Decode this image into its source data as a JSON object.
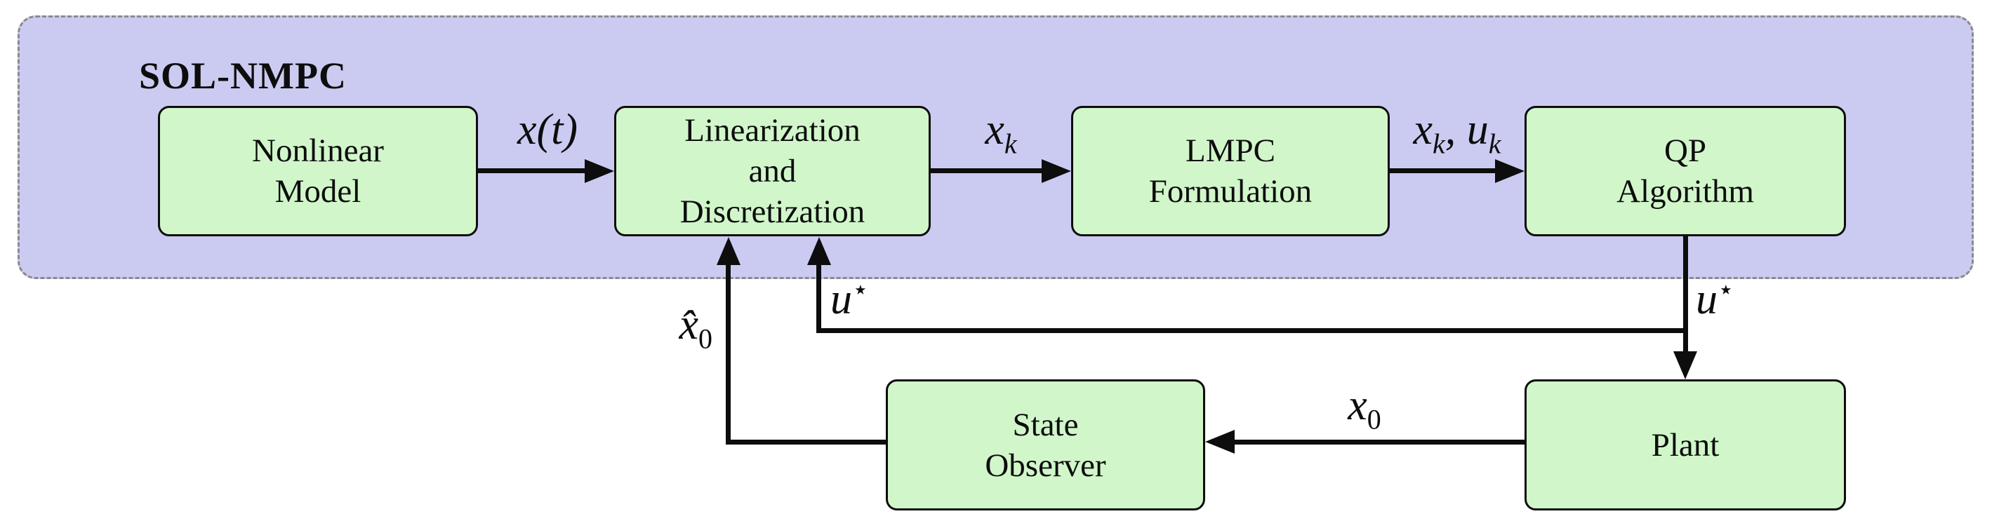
{
  "diagram": {
    "container_label": "SOL-NMPC",
    "boxes": {
      "nonlinear_model": {
        "label": "Nonlinear\nModel"
      },
      "linearization": {
        "label": "Linearization\nand\nDiscretization"
      },
      "lmpc": {
        "label": "LMPC\nFormulation"
      },
      "qp": {
        "label": "QP\nAlgorithm"
      },
      "state_observer": {
        "label": "State\nObserver"
      },
      "plant": {
        "label": "Plant"
      }
    },
    "signals": {
      "x_t": {
        "text": "x(t)"
      },
      "x_k": {
        "var": "x",
        "sub": "k"
      },
      "xk_uk": {
        "var1": "x",
        "sub1": "k",
        "sep": ", ",
        "var2": "u",
        "sub2": "k"
      },
      "u_star_inner": {
        "var": "u",
        "sup": "⋆"
      },
      "u_star_outer": {
        "var": "u",
        "sup": "⋆"
      },
      "x_0": {
        "var": "x",
        "sub": "0"
      },
      "x_hat_0": {
        "var": "x̂",
        "sub": "0"
      }
    },
    "colors": {
      "container_fill": "#cbcbf2",
      "container_dash": "#8a8a8a",
      "box_fill": "#d1f6ca",
      "box_border": "#0d0d0d",
      "line": "#0d0d0d",
      "page_background": "#ffffff"
    }
  }
}
